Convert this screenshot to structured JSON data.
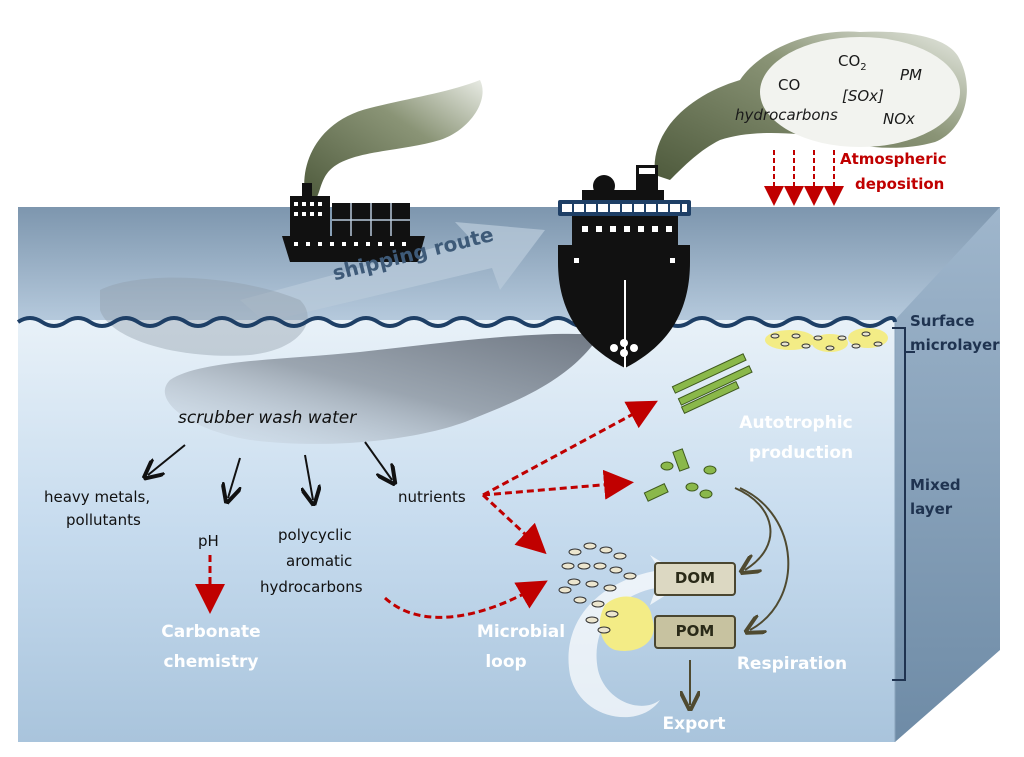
{
  "emissions": {
    "co2": "CO",
    "co2_sub": "2",
    "pm": "PM",
    "co": "CO",
    "sox": "[SOx]",
    "hydrocarbons": "hydrocarbons",
    "nox": "NOx"
  },
  "atmospheric_deposition": [
    "Atmospheric",
    "deposition"
  ],
  "shipping_route": "shipping route",
  "layers": {
    "surface": [
      "Surface",
      "microlayer"
    ],
    "mixed": [
      "Mixed",
      "layer"
    ]
  },
  "scrubber": "scrubber wash water",
  "outputs": {
    "heavy_metals": [
      "heavy metals,",
      "pollutants"
    ],
    "ph": "pH",
    "pah": [
      "polycyclic",
      "aromatic",
      "hydrocarbons"
    ],
    "nutrients": "nutrients"
  },
  "processes": {
    "carbonate": [
      "Carbonate",
      "chemistry"
    ],
    "microbial": [
      "Microbial",
      "loop"
    ],
    "autotrophic": [
      "Autotrophic",
      "production"
    ],
    "respiration": "Respiration",
    "export": "Export",
    "dom": "DOM",
    "pom": "POM"
  },
  "colors": {
    "accent_red": "#c00000",
    "sea_surface": "#7f9ab5",
    "water": "#cfe1f0",
    "ship": "#111111",
    "smoke": "#6e7a5a"
  }
}
